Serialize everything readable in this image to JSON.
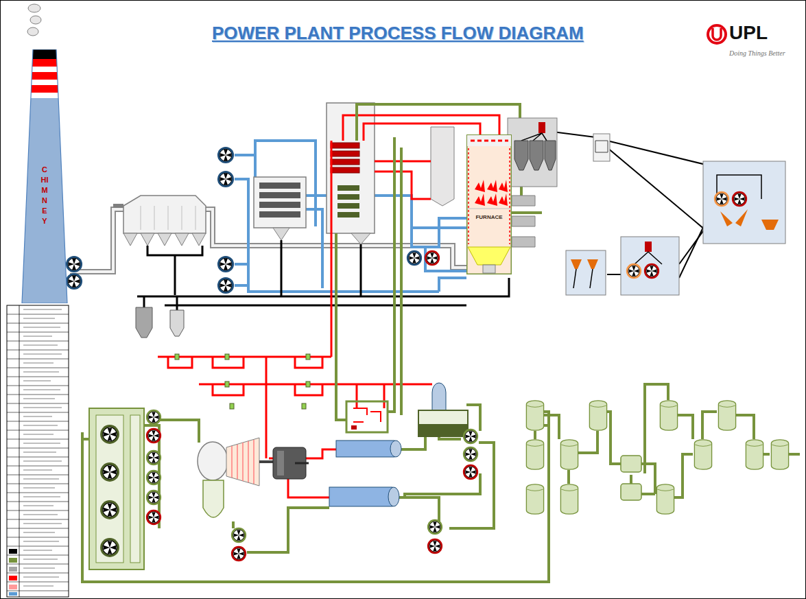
{
  "diagram": {
    "title": "POWER PLANT PROCESS FLOW DIAGRAM",
    "nodes": [
      {
        "text": [
          "CHIMNEY"
        ]
      },
      {
        "text": [
          "FURNACE"
        ]
      }
    ],
    "edges": [
      {
        "from": 1,
        "to": 0,
        "arrow": "none"
      }
    ],
    "labels": [
      "UPL",
      "Doing Things Better"
    ]
  }
}
